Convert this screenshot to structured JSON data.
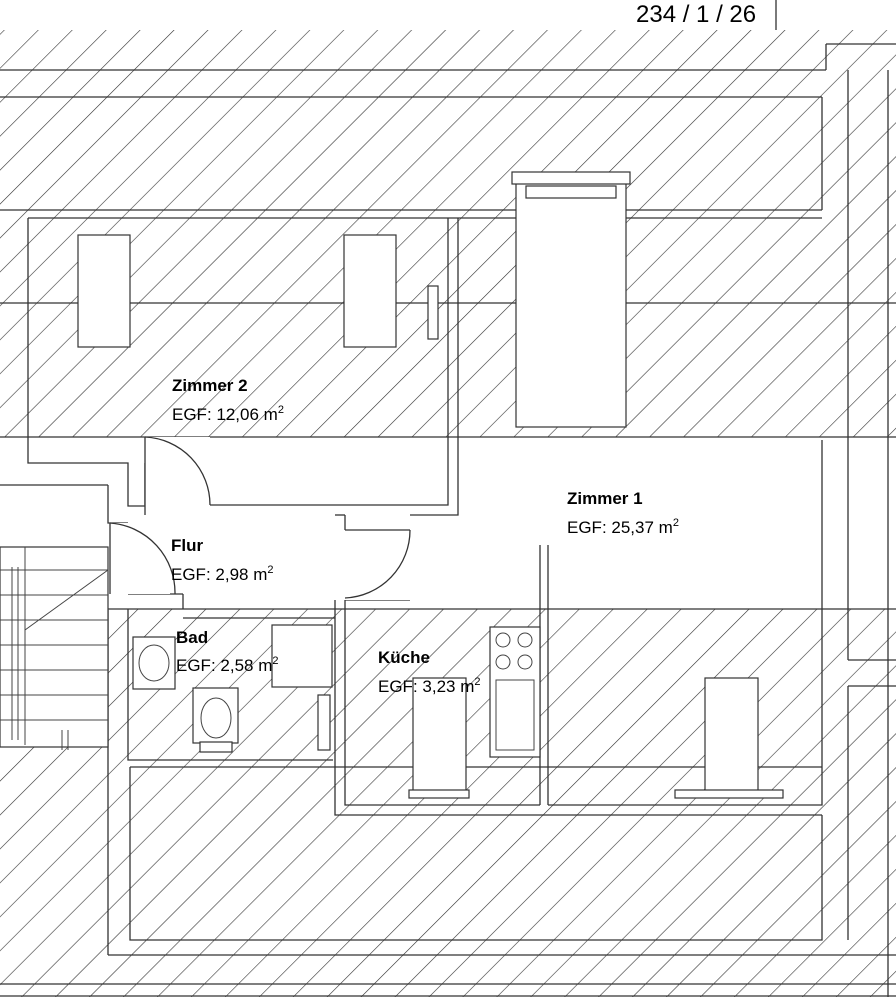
{
  "sheet_number": "234 / 1 / 26",
  "rooms": [
    {
      "name": "Zimmer 2",
      "area_prefix": "EGF: 12,06 m",
      "area_unit_sup": "2"
    },
    {
      "name": "Zimmer 1",
      "area_prefix": "EGF: 25,37 m",
      "area_unit_sup": "2"
    },
    {
      "name": "Flur",
      "area_prefix": "EGF: 2,98 m",
      "area_unit_sup": "2"
    },
    {
      "name": "Bad",
      "area_prefix": "EGF: 2,58 m",
      "area_unit_sup": "2"
    },
    {
      "name": "Küche",
      "area_prefix": "EGF: 3,23 m",
      "area_unit_sup": "2"
    }
  ],
  "colors": {
    "line": "#333333",
    "hatch": "#333333",
    "background": "#ffffff"
  }
}
